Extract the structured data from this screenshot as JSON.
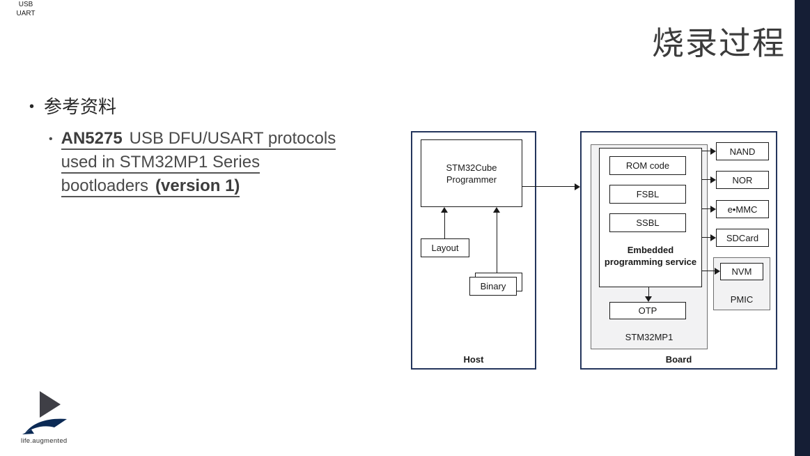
{
  "title": "烧录过程",
  "bullets": {
    "heading": "参考资料",
    "link": {
      "l1_bold": "AN5275",
      "l1_rest": "USB DFU/USART protocols",
      "l2": "used in STM32MP1 Series",
      "l3_rest": "bootloaders",
      "l3_bold": "(version 1)"
    }
  },
  "diagram": {
    "host": {
      "label": "Host",
      "programmer": "STM32Cube Programmer",
      "layout": "Layout",
      "binary": "Binary"
    },
    "link_labels": {
      "usb": "USB",
      "uart": "UART"
    },
    "board": {
      "label": "Board",
      "soc_label": "STM32MP1",
      "rom": "ROM code",
      "fsbl": "FSBL",
      "ssbl": "SSBL",
      "eps": "Embedded programming service",
      "otp": "OTP",
      "memories": [
        "NAND",
        "NOR",
        "e•MMC",
        "SDCard"
      ],
      "nvm": "NVM",
      "pmic": "PMIC"
    }
  },
  "footer": {
    "logo_text": "life.augmented"
  },
  "colors": {
    "side_bar": "#151e35",
    "frame_border": "#24355c",
    "gray_fill": "#f2f2f3"
  }
}
